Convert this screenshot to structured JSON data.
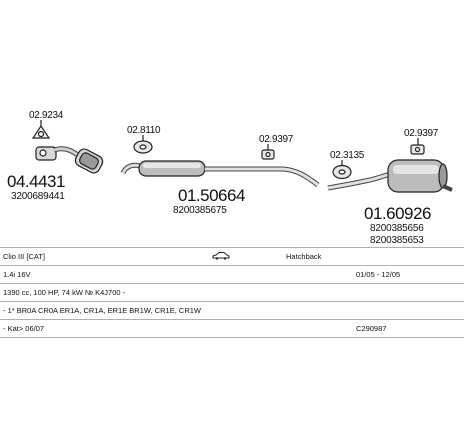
{
  "parts": {
    "clamp1_pn": "02.9234",
    "cat_pn": "04.4431",
    "cat_oem": "3200689441",
    "hanger1_pn": "02.8110",
    "center_pn": "01.50664",
    "center_oem": "8200385675",
    "hanger2_pn": "02.9397",
    "hanger3_pn": "02.3135",
    "hanger4_pn": "02.9397",
    "rear_pn": "01.60926",
    "rear_oem1": "8200385656",
    "rear_oem2": "8200385653"
  },
  "table": {
    "row1": {
      "model": "Clio III  [CAT]",
      "body": "Hatchback"
    },
    "row2": {
      "engine": "1.4i 16V",
      "years": "01/05 - 12/05"
    },
    "row3": {
      "spec": "1390 cc, 100 HP, 74 kW № K4J700 -"
    },
    "row4": {
      "chassis": "- 1* BR0A CR0A ER1A, CR1A, ER1E BR1W, CR1E, CR1W"
    },
    "row5": {
      "note": "- Kat> 06/07",
      "code": "C290987"
    }
  }
}
